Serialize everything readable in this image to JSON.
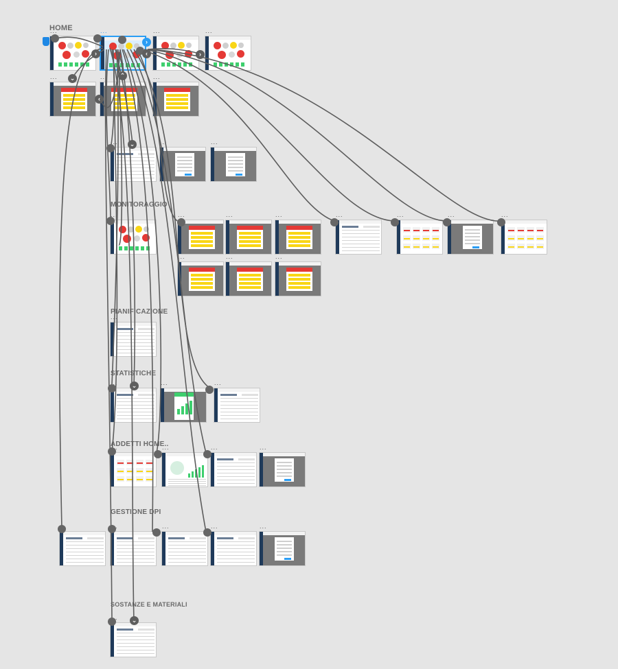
{
  "sections": [
    {
      "id": "home",
      "label": "HOME"
    },
    {
      "id": "monitoraggio",
      "label": "MONITORAGGIO"
    },
    {
      "id": "pianificazione",
      "label": "PIANIFICAZIONE"
    },
    {
      "id": "statistiche",
      "label": "STATISTICHE"
    },
    {
      "id": "addetti",
      "label": "ADDETTI HOME.."
    },
    {
      "id": "dpi",
      "label": "GESTIONE DPI"
    },
    {
      "id": "sostanze",
      "label": "SOSTANZE E MATERIALI"
    }
  ],
  "artboard_menu_glyph": "...",
  "icons": {
    "arrow_right": "chevron-right-icon",
    "arrow_left": "chevron-left-icon",
    "arrow_up": "chevron-up-icon",
    "arrow_down": "chevron-down-icon",
    "home_marker": "home-flag-icon"
  },
  "colors": {
    "canvas": "#e5e5e5",
    "wire": "#5d5d5d",
    "selection": "#2a9df4",
    "sidebar": "#1f3a5a",
    "alert_red": "#e53935",
    "alert_yellow": "#f9d616",
    "ok_green": "#3ecf6e"
  }
}
